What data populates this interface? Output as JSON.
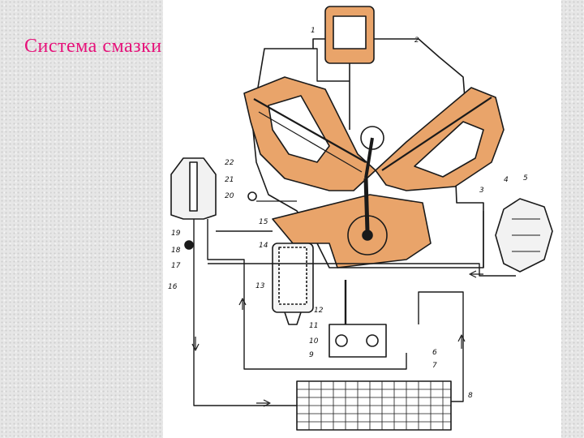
{
  "slide": {
    "title": "Система смазки"
  },
  "colors": {
    "title": "#e6127a",
    "engine_fill": "#e9a46a",
    "line": "#1a1a1a"
  },
  "diagram": {
    "labels": [
      "1",
      "2",
      "3",
      "4",
      "5",
      "6",
      "7",
      "8",
      "9",
      "10",
      "11",
      "12",
      "13",
      "14",
      "15",
      "16",
      "17",
      "18",
      "19",
      "20",
      "21",
      "22"
    ]
  }
}
